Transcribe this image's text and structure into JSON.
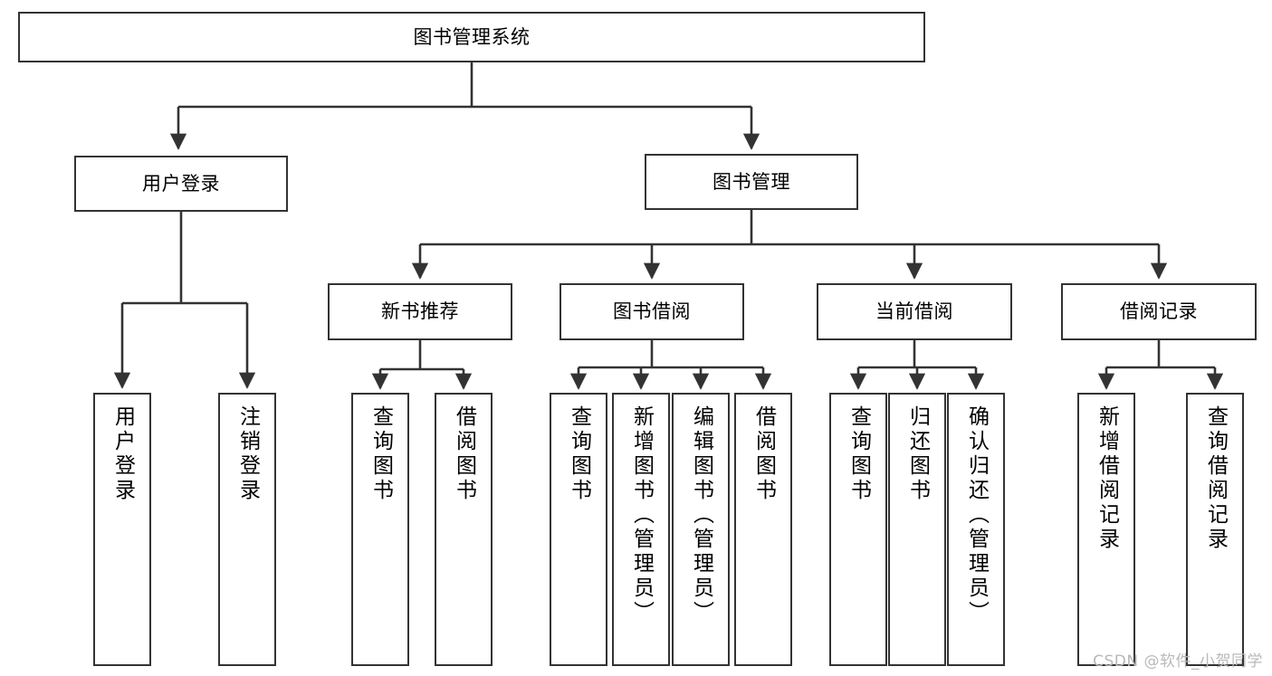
{
  "diagram": {
    "title": "图书管理系统",
    "type": "hierarchy-tree",
    "watermark": "CSDN @软件_小贺同学",
    "root": {
      "id": "root",
      "label": "图书管理系统"
    },
    "level1": [
      {
        "id": "user-login",
        "label": "用户登录"
      },
      {
        "id": "book-manage",
        "label": "图书管理"
      }
    ],
    "level2": [
      {
        "id": "new-book-rec",
        "label": "新书推荐",
        "parent": "book-manage"
      },
      {
        "id": "book-borrow",
        "label": "图书借阅",
        "parent": "book-manage"
      },
      {
        "id": "current-borrow",
        "label": "当前借阅",
        "parent": "book-manage"
      },
      {
        "id": "borrow-record",
        "label": "借阅记录",
        "parent": "book-manage"
      }
    ],
    "leaves": [
      {
        "id": "leaf-user-login",
        "label": "用户登录",
        "parent": "user-login"
      },
      {
        "id": "leaf-logout",
        "label": "注销登录",
        "parent": "user-login"
      },
      {
        "id": "leaf-query-book-1",
        "label": "查询图书",
        "parent": "new-book-rec"
      },
      {
        "id": "leaf-borrow-book-1",
        "label": "借阅图书",
        "parent": "new-book-rec"
      },
      {
        "id": "leaf-query-book-2",
        "label": "查询图书",
        "parent": "book-borrow"
      },
      {
        "id": "leaf-add-book",
        "label": "新增图书（管理员）",
        "parent": "book-borrow"
      },
      {
        "id": "leaf-edit-book",
        "label": "编辑图书（管理员）",
        "parent": "book-borrow"
      },
      {
        "id": "leaf-borrow-book-2",
        "label": "借阅图书",
        "parent": "book-borrow"
      },
      {
        "id": "leaf-query-book-3",
        "label": "查询图书",
        "parent": "current-borrow"
      },
      {
        "id": "leaf-return-book",
        "label": "归还图书",
        "parent": "current-borrow"
      },
      {
        "id": "leaf-confirm-return",
        "label": "确认归还（管理员）",
        "parent": "current-borrow"
      },
      {
        "id": "leaf-add-record",
        "label": "新增借阅记录",
        "parent": "borrow-record"
      },
      {
        "id": "leaf-query-record",
        "label": "查询借阅记录",
        "parent": "borrow-record"
      }
    ],
    "colors": {
      "stroke": "#333333",
      "fill": "#ffffff",
      "text": "#000000",
      "watermark": "#b9b9b9"
    }
  }
}
